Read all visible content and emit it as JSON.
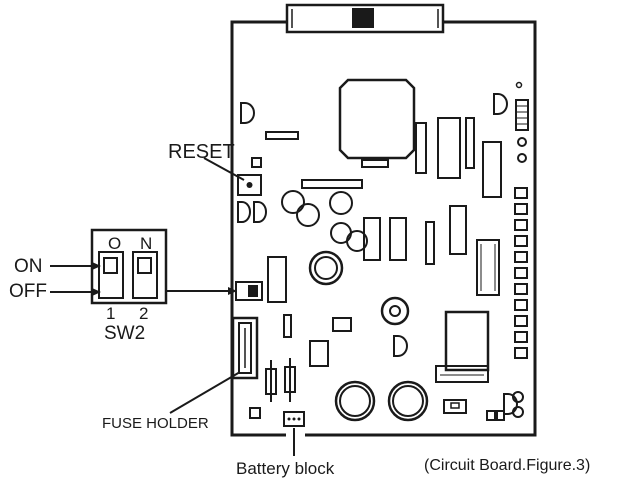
{
  "figure": {
    "caption": "(Circuit Board.Figure.3)"
  },
  "labels": {
    "reset": "RESET",
    "on": "ON",
    "off": "OFF",
    "fuse_holder": "FUSE HOLDER",
    "battery_block": "Battery block"
  },
  "sw2": {
    "name": "SW2",
    "top_left": "O",
    "top_right": "N",
    "switch_1": "1",
    "switch_2": "2"
  }
}
